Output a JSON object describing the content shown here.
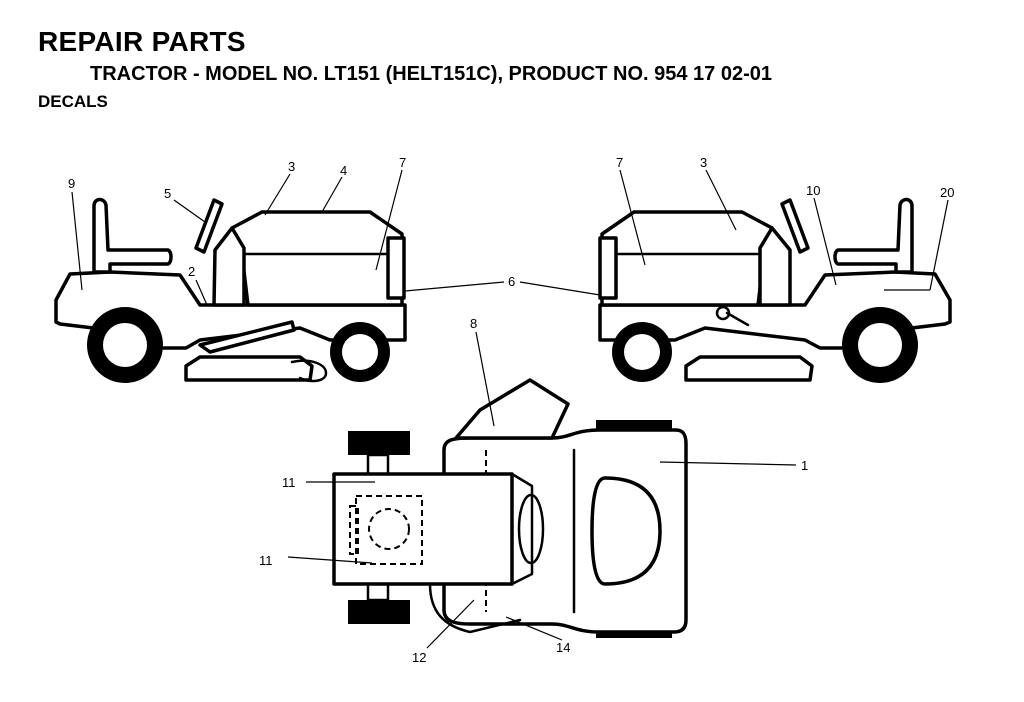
{
  "header": {
    "title": "REPAIR PARTS",
    "subtitle": "TRACTOR - MODEL NO. LT151 (HELT151C), PRODUCT NO. 954 17 02-01",
    "section": "DECALS"
  },
  "callouts": {
    "left_view": {
      "c9": "9",
      "c5": "5",
      "c3": "3",
      "c4": "4",
      "c7": "7",
      "c2": "2"
    },
    "center": {
      "c6": "6"
    },
    "right_view": {
      "c7": "7",
      "c3": "3",
      "c10": "10",
      "c20": "20"
    },
    "top_view": {
      "c8": "8",
      "c1": "1",
      "c11a": "11",
      "c11b": "11",
      "c12": "12",
      "c14": "14"
    }
  }
}
